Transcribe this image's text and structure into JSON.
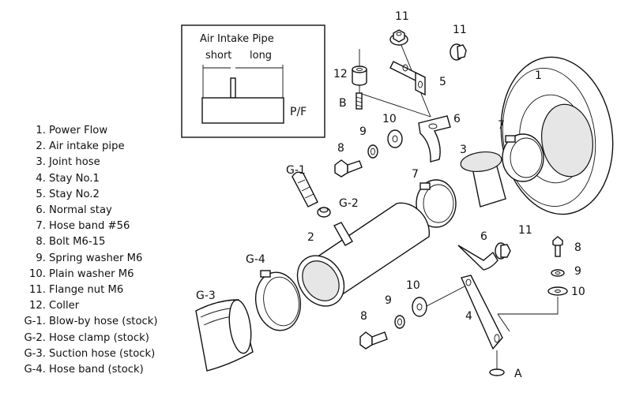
{
  "inset": {
    "title": "Air Intake Pipe",
    "short_label": "short",
    "long_label": "long",
    "pf_label": "P/F"
  },
  "parts": [
    {
      "num": "1.",
      "name": "Power Flow"
    },
    {
      "num": "2.",
      "name": "Air intake pipe"
    },
    {
      "num": "3.",
      "name": "Joint hose"
    },
    {
      "num": "4.",
      "name": "Stay  No.1"
    },
    {
      "num": "5.",
      "name": "Stay  No.2"
    },
    {
      "num": "6.",
      "name": "Normal stay"
    },
    {
      "num": "7.",
      "name": "Hose band  #56"
    },
    {
      "num": "8.",
      "name": "Bolt  M6-15"
    },
    {
      "num": "9.",
      "name": "Spring washer  M6"
    },
    {
      "num": "10.",
      "name": "Plain washer  M6"
    },
    {
      "num": "11.",
      "name": "Flange nut  M6"
    },
    {
      "num": "12.",
      "name": "Coller"
    },
    {
      "num": "G-1.",
      "name": "Blow-by hose (stock)"
    },
    {
      "num": "G-2.",
      "name": "Hose clamp (stock)"
    },
    {
      "num": "G-3.",
      "name": "Suction hose (stock)"
    },
    {
      "num": "G-4.",
      "name": "Hose band (stock)"
    }
  ],
  "callouts": {
    "p1": "1",
    "p2": "2",
    "p3": "3",
    "p4": "4",
    "p5": "5",
    "p6_upper": "6",
    "p6_lower": "6",
    "p7_right": "7",
    "p7_left": "7",
    "p8_upper": "8",
    "p8_right": "8",
    "p8_lower": "8",
    "p9_upper": "9",
    "p9_right": "9",
    "p9_lower": "9",
    "p10_upper": "10",
    "p10_right": "10",
    "p10_lower": "10",
    "p11_top": "11",
    "p11_right": "11",
    "p11_mid": "11",
    "p12": "12",
    "g1": "G-1",
    "g2": "G-2",
    "g3": "G-3",
    "g4": "G-4",
    "ref_a": "A",
    "ref_b": "B"
  }
}
